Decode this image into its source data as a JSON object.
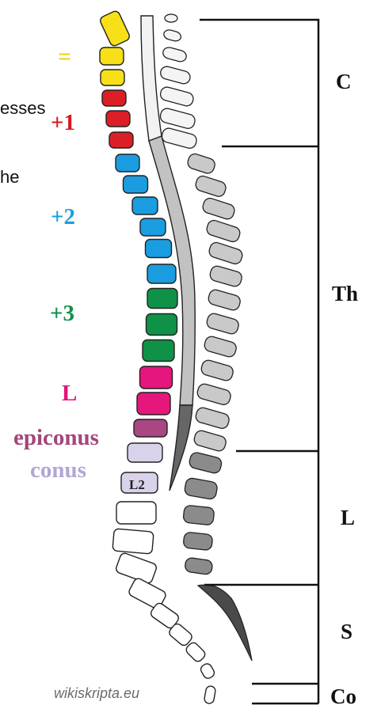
{
  "clipped_text": {
    "line1": "esses",
    "line2": "he"
  },
  "segment_labels": [
    {
      "id": "eq",
      "text": "=",
      "color": "#f2d21b"
    },
    {
      "id": "plus1",
      "text": "+1",
      "color": "#d71920"
    },
    {
      "id": "plus2",
      "text": "+2",
      "color": "#1aa0e0"
    },
    {
      "id": "plus3",
      "text": "+3",
      "color": "#11914a"
    },
    {
      "id": "lumbar",
      "text": "L",
      "color": "#e4147a"
    },
    {
      "id": "epiconus",
      "text": "epiconus",
      "color": "#a3467a"
    },
    {
      "id": "conus",
      "text": "conus",
      "color": "#b3a5d6"
    }
  ],
  "vertebra_label": "L2",
  "regions": [
    {
      "id": "cervical",
      "text": "C"
    },
    {
      "id": "thoracic",
      "text": "Th"
    },
    {
      "id": "lumbar",
      "text": "L"
    },
    {
      "id": "sacral",
      "text": "S"
    },
    {
      "id": "coccygeal",
      "text": "Co"
    }
  ],
  "credit": "wikiskripta.eu",
  "colors": {
    "yellow": "#f7e017",
    "red": "#db1f26",
    "blue": "#1a9de0",
    "green": "#0f9247",
    "magenta": "#e5167c",
    "epiconus": "#a94683",
    "conus": "#d9d2ea",
    "cord_cervical": "#f2f2f2",
    "cord_thoracic": "#c2c2c2",
    "cord_lumbar": "#666666",
    "process_light": "#f4f4f4",
    "process_mid": "#c9c9c9",
    "process_dark": "#8b8b8b"
  }
}
